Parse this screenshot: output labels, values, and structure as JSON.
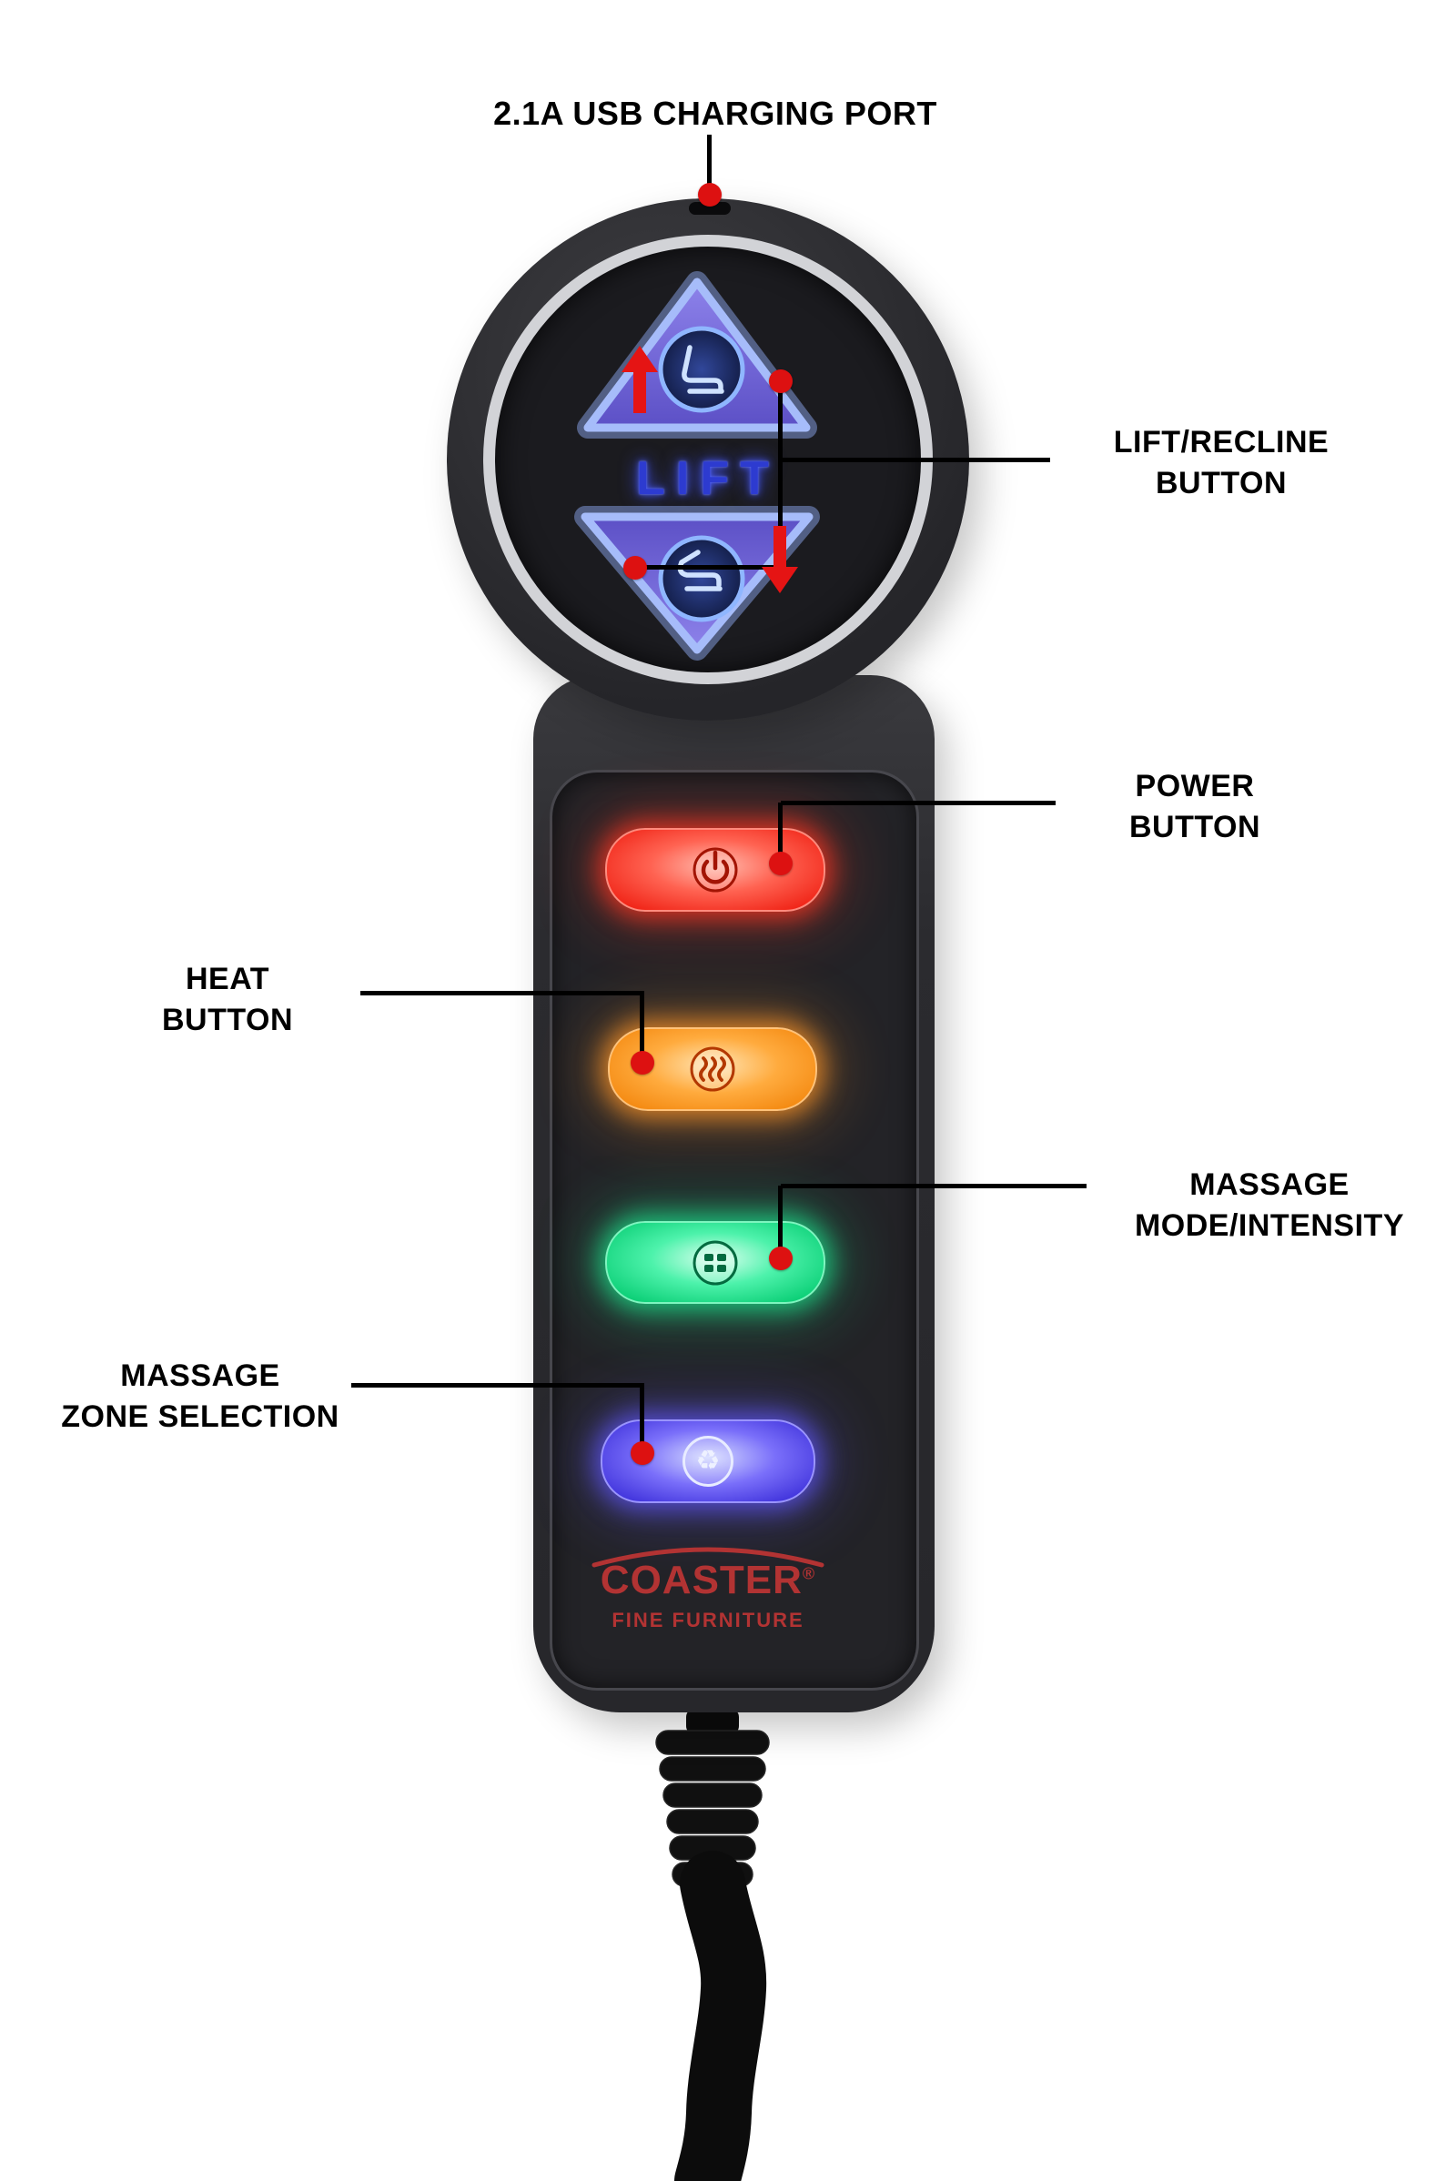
{
  "diagram": {
    "background_color": "#ffffff",
    "annotation": {
      "dot_color": "#dd1111",
      "line_color": "#000000",
      "label_color": "#000000"
    },
    "callouts": {
      "usb": {
        "label": "2.1A USB CHARGING PORT"
      },
      "lift": {
        "line1": "LIFT/RECLINE",
        "line2": "BUTTON"
      },
      "power": {
        "line1": "POWER",
        "line2": "BUTTON"
      },
      "heat": {
        "line1": "HEAT",
        "line2": "BUTTON"
      },
      "mode": {
        "line1": "MASSAGE",
        "line2": "MODE/INTENSITY"
      },
      "zone": {
        "line1": "MASSAGE",
        "line2": "ZONE SELECTION"
      }
    },
    "remote": {
      "lift_label": "LIFT",
      "arrow_color": "#e51414",
      "buttons": {
        "lift_up": {
          "icon": "chair-up-icon",
          "color": "#7b6fe0",
          "ring_color": "#8fb6ff"
        },
        "lift_down": {
          "icon": "chair-recline-icon",
          "color": "#7b6fe0",
          "ring_color": "#8fb6ff"
        },
        "power": {
          "icon": "power-icon",
          "color": "#ff3a2a"
        },
        "heat": {
          "icon": "heat-waves-icon",
          "color": "#ff9c2e"
        },
        "mode": {
          "icon": "massage-rollers-icon",
          "color": "#17e08b"
        },
        "zone": {
          "icon": "cycle-icon",
          "glyph": "♻",
          "color": "#5a4ef0"
        }
      },
      "brand": {
        "name": "COASTER",
        "registered": "®",
        "tagline": "FINE FURNITURE",
        "color": "#b23333"
      }
    }
  }
}
